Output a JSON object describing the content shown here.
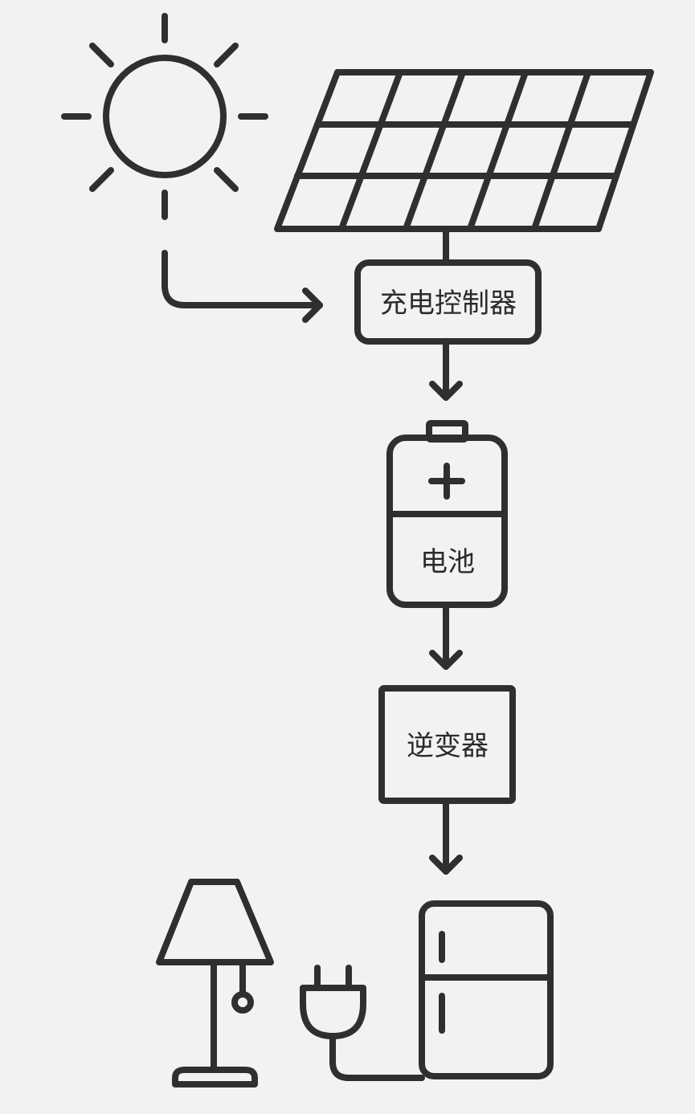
{
  "nodes": {
    "controller": {
      "label": "充电控制器"
    },
    "battery": {
      "label": "电池",
      "symbol": "+"
    },
    "inverter": {
      "label": "逆变器"
    }
  },
  "icons": [
    "sun-icon",
    "solar-panel-icon",
    "battery-icon",
    "lamp-icon",
    "plug-icon",
    "refrigerator-icon"
  ],
  "colors": {
    "background": "#f2f2f2",
    "stroke": "#2f2f2f",
    "text": "#2b2b2b"
  }
}
